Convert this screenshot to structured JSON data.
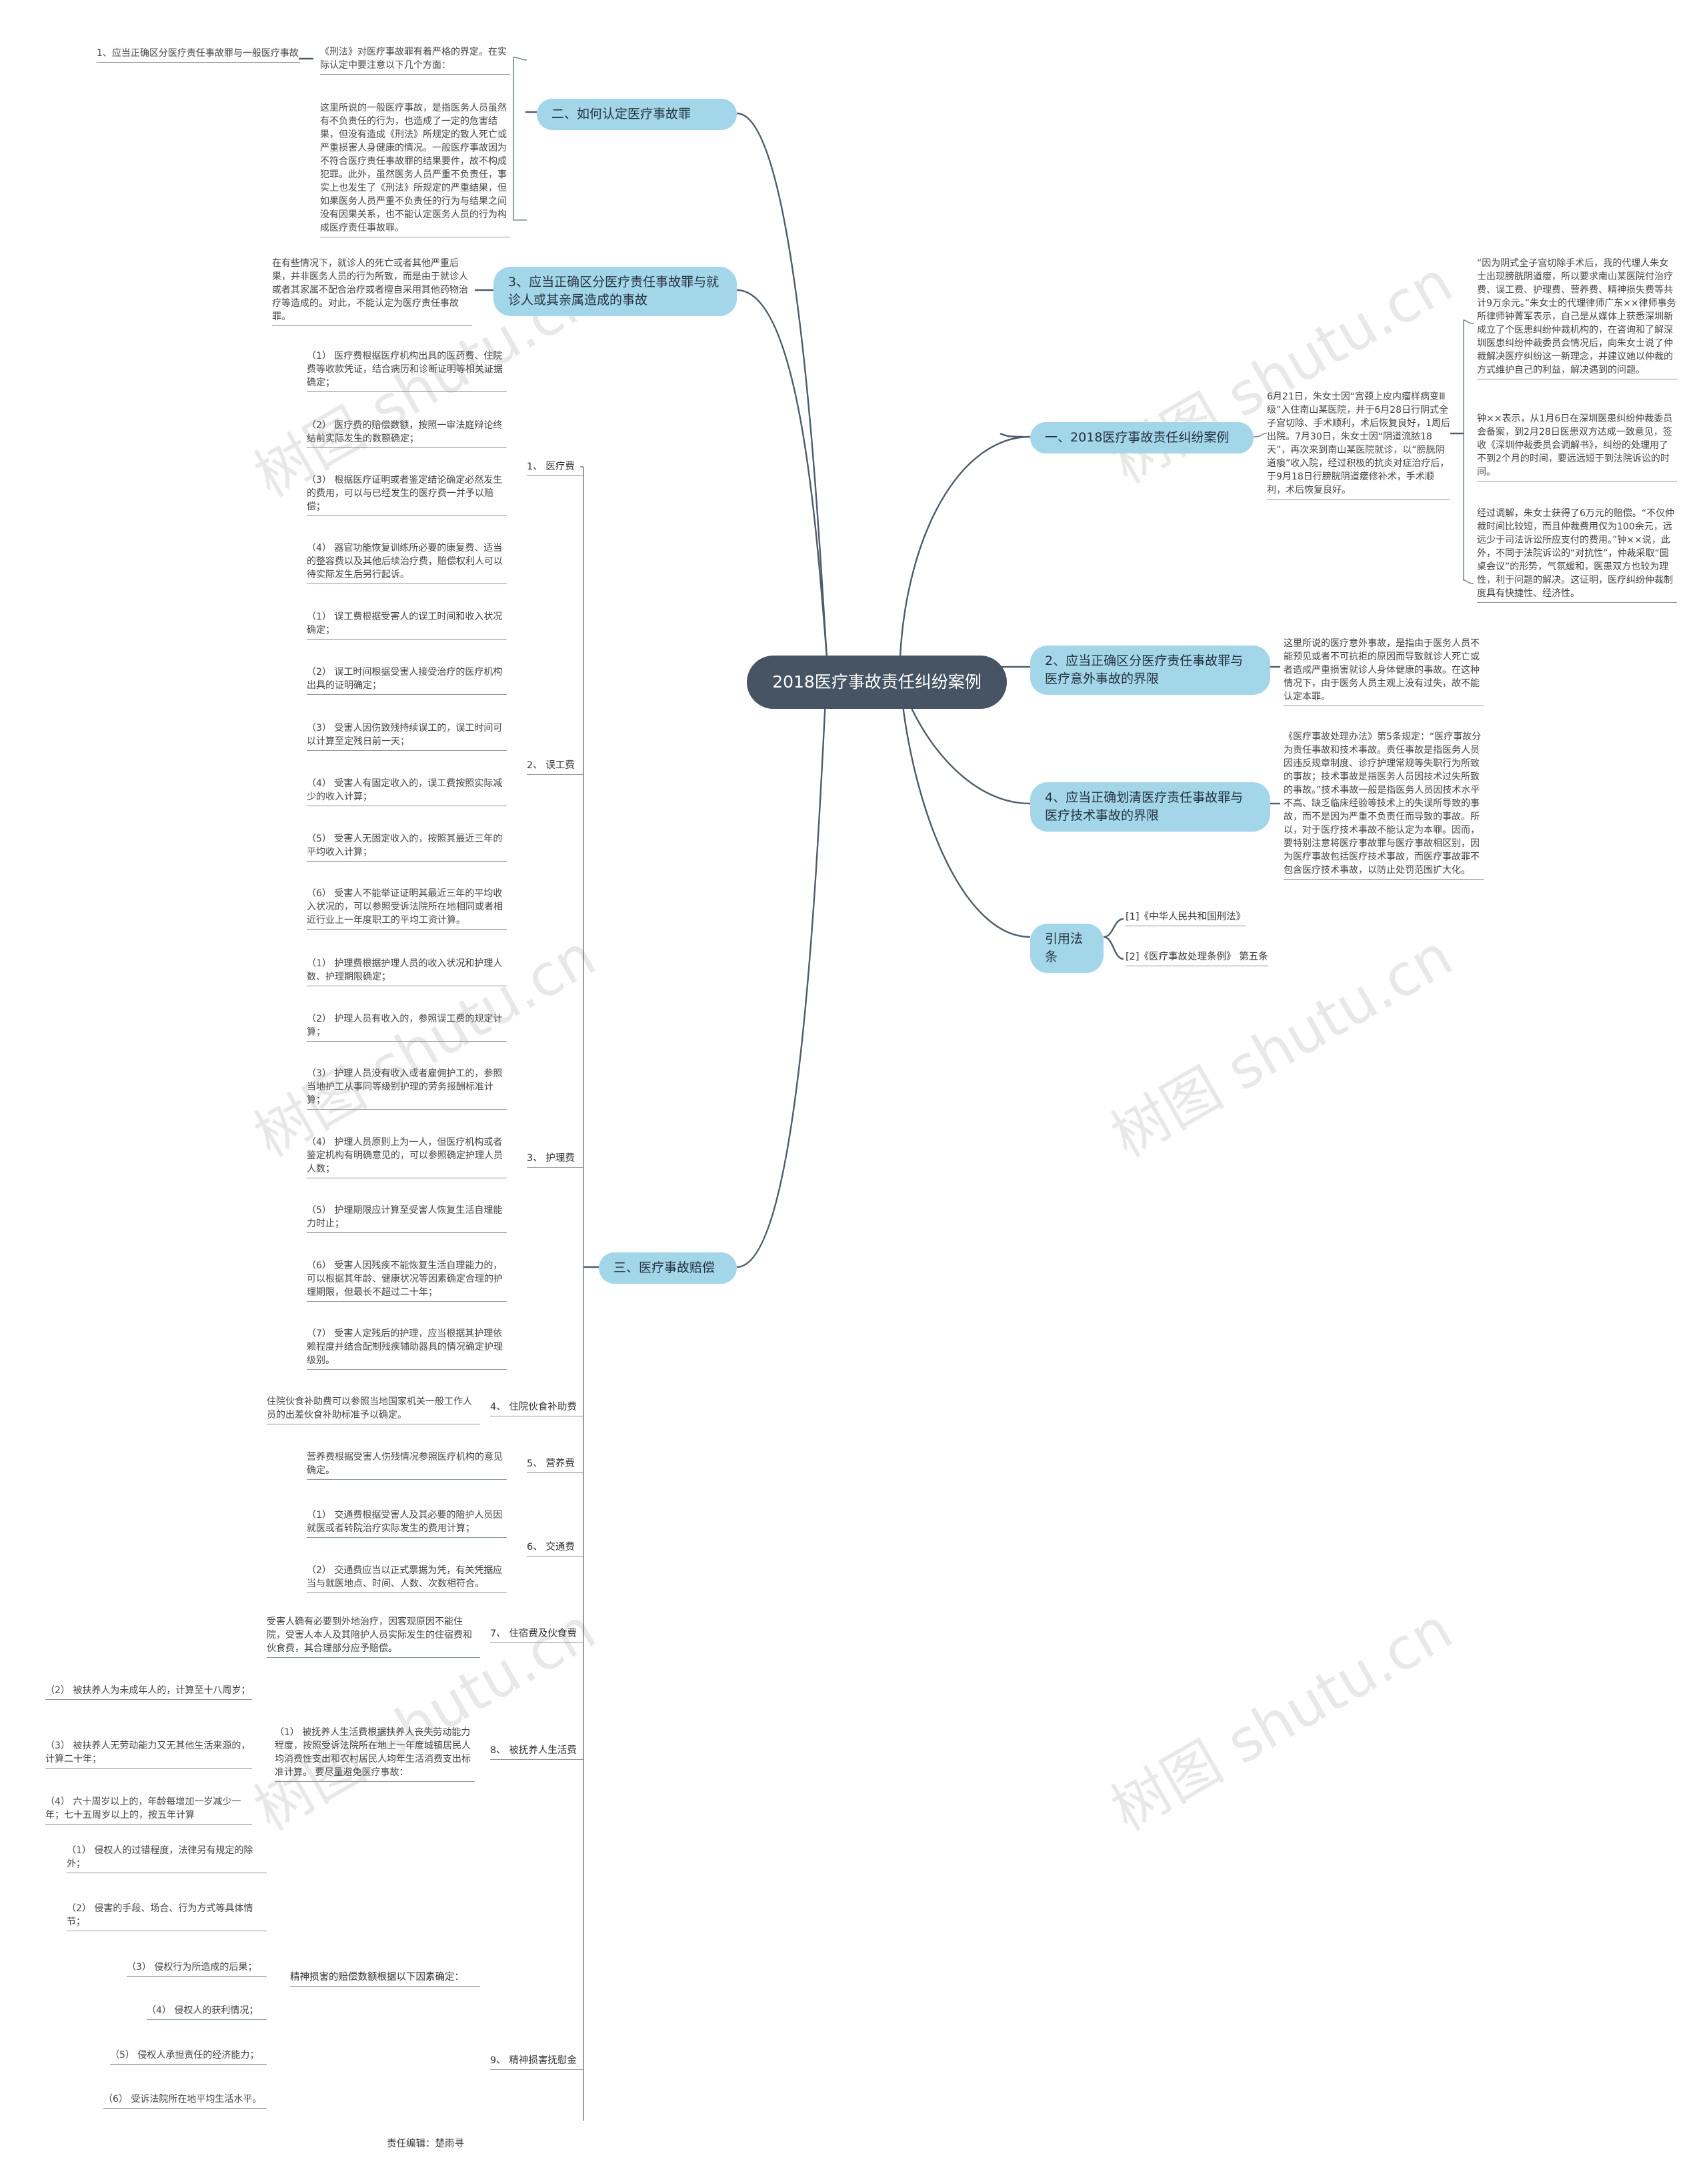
{
  "root": "2018医疗事故责任纠纷案例",
  "watermark": "树图 shutu.cn",
  "left": {
    "s2": {
      "title": "二、如何认定医疗事故罪",
      "aside": "1、应当正确区分医疗责任事故罪与一般医疗事故",
      "p1": "《刑法》对医疗事故罪有着严格的界定。在实际认定中要注意以下几个方面：",
      "p2": "这里所说的一般医疗事故，是指医务人员虽然有不负责任的行为，也造成了一定的危害结果，但没有造成《刑法》所规定的致人死亡或严重损害人身健康的情况。一般医疗事故因为不符合医疗责任事故罪的结果要件，故不构成犯罪。此外，虽然医务人员严重不负责任，事实上也发生了《刑法》所规定的严重结果，但如果医务人员严重不负责任的行为与结果之间没有因果关系，也不能认定医务人员的行为构成医疗责任事故罪。"
    },
    "s3": {
      "title": "3、应当正确区分医疗责任事故罪与就诊人或其亲属造成的事故",
      "text": "在有些情况下，就诊人的死亡或者其他严重后果，并非医务人员的行为所致，而是由于就诊人或者其家属不配合治疗或者擅自采用其他药物治疗等造成的。对此，不能认定为医疗责任事故罪。"
    },
    "comp": {
      "title": "三、医疗事故赔偿",
      "c1": {
        "label": "1、 医疗费",
        "items": [
          "（1） 医疗费根据医疗机构出具的医药费、住院费等收款凭证，结合病历和诊断证明等相关证据确定；",
          "（2） 医疗费的赔偿数额，按照一审法庭辩论终结前实际发生的数额确定；",
          "（3） 根据医疗证明或者鉴定结论确定必然发生的费用，可以与已经发生的医疗费一并予以赔偿；",
          "（4） 器官功能恢复训练所必要的康复费、适当的整容费以及其他后续治疗费，赔偿权利人可以待实际发生后另行起诉。"
        ]
      },
      "c2": {
        "label": "2、 误工费",
        "items": [
          "（1） 误工费根据受害人的误工时间和收入状况确定；",
          "（2） 误工时间根据受害人接受治疗的医疗机构出具的证明确定；",
          "（3） 受害人因伤致残持续误工的，误工时间可以计算至定残日前一天；",
          "（4） 受害人有固定收入的，误工费按照实际减少的收入计算；",
          "（5） 受害人无固定收入的，按照其最近三年的平均收入计算；",
          "（6） 受害人不能举证证明其最近三年的平均收入状况的，可以参照受诉法院所在地相同或者相近行业上一年度职工的平均工资计算。"
        ]
      },
      "c3": {
        "label": "3、 护理费",
        "items": [
          "（1） 护理费根据护理人员的收入状况和护理人数、护理期限确定；",
          "（2） 护理人员有收入的，参照误工费的规定计算；",
          "（3） 护理人员没有收入或者雇佣护工的，参照当地护工从事同等级别护理的劳务报酬标准计算；",
          "（4） 护理人员原则上为一人，但医疗机构或者鉴定机构有明确意见的，可以参照确定护理人员人数；",
          "（5） 护理期限应计算至受害人恢复生活自理能力时止；",
          "（6） 受害人因残疾不能恢复生活自理能力的，可以根据其年龄、健康状况等因素确定合理的护理期限，但最长不超过二十年；",
          "（7） 受害人定残后的护理，应当根据其护理依赖程度并结合配制残疾辅助器具的情况确定护理级别。"
        ]
      },
      "c4": {
        "label": "4、 住院伙食补助费",
        "text": "住院伙食补助费可以参照当地国家机关一般工作人员的出差伙食补助标准予以确定。"
      },
      "c5": {
        "label": "5、 营养费",
        "text": "营养费根据受害人伤残情况参照医疗机构的意见确定。"
      },
      "c6": {
        "label": "6、 交通费",
        "items": [
          "（1） 交通费根据受害人及其必要的陪护人员因就医或者转院治疗实际发生的费用计算；",
          "（2） 交通费应当以正式票据为凭，有关凭据应当与就医地点、时间、人数、次数相符合。"
        ]
      },
      "c7": {
        "label": "7、 住宿费及伙食费",
        "text": "受害人确有必要到外地治疗，因客观原因不能住院，受害人本人及其陪护人员实际发生的住宿费和伙食费，其合理部分应予赔偿。"
      },
      "c8": {
        "label": "8、 被抚养人生活费",
        "text": "（1） 被抚养人生活费根据扶养人丧失劳动能力程度，按照受诉法院所在地上一年度城镇居民人均消费性支出和农村居民人均年生活消费支出标准计算。 要尽量避免医疗事故：",
        "items": [
          "（2） 被扶养人为未成年人的，计算至十八周岁；",
          "（3） 被扶养人无劳动能力又无其他生活来源的，计算二十年；",
          "（4） 六十周岁以上的，年龄每增加一岁减少一年；七十五周岁以上的，按五年计算"
        ]
      },
      "c9": {
        "label": "9、 精神损害抚慰金",
        "sub": "精神损害的赔偿数额根据以下因素确定：",
        "items": [
          "（1） 侵权人的过错程度，法律另有规定的除外；",
          "（2） 侵害的手段、场合、行为方式等具体情节；",
          "（3） 侵权行为所造成的后果；",
          "（4） 侵权人的获利情况；",
          "（5） 侵权人承担责任的经济能力；",
          "（6） 受诉法院所在地平均生活水平。"
        ],
        "editor": "责任编辑：楚雨寻"
      }
    }
  },
  "right": {
    "r1": {
      "title": "一、2018医疗事故责任纠纷案例",
      "mid": "6月21日，朱女士因“宫颈上皮内瘤样病变Ⅲ级”入住南山某医院，并于6月28日行阴式全子宫切除、手术顺利，术后恢复良好，1周后出院。7月30日，朱女士因“阴道流脓18天”，再次来到南山某医院就诊，以“膀胱阴道瘘”收入院，经过积极的抗炎对症治疗后，于9月18日行膀胱阴道瘘修补术，手术顺利，术后恢复良好。",
      "items": [
        "“因为阴式全子宫切除手术后，我的代理人朱女士出现膀胱阴道瘘，所以要求南山某医院付治疗费、误工费、护理费、营养费、精神损失费等共计9万余元。”朱女士的代理律师广东××律师事务所律师钟菁军表示，自己是从媒体上获悉深圳新成立了个医患纠纷仲裁机构的，在咨询和了解深圳医患纠纷仲裁委员会情况后，向朱女士说了仲裁解决医疗纠纷这一新理念，并建议她以仲裁的方式维护自己的利益，解决遇到的问题。",
        "钟××表示，从1月6日在深圳医患纠纷仲裁委员会备案，到2月28日医患双方达成一致意见，签收《深圳仲裁委员会调解书》，纠纷的处理用了不到2个月的时间，要远远短于到法院诉讼的时间。",
        "经过调解，朱女士获得了6万元的赔偿。“不仅仲裁时间比较短，而且仲裁费用仅为100余元，远远少于司法诉讼所应支付的费用。”钟××说，此外，不同于法院诉讼的“对抗性”，仲裁采取“圆桌会议”的形势，气氛缓和，医患双方也较为理性，利于问题的解决。这证明，医疗纠纷仲裁制度具有快捷性、经济性。"
      ]
    },
    "r2": {
      "title": "2、应当正确区分医疗责任事故罪与医疗意外事故的界限",
      "text": "这里所说的医疗意外事故，是指由于医务人员不能预见或者不可抗拒的原因而导致就诊人死亡或者造成严重损害就诊人身体健康的事故。在这种情况下，由于医务人员主观上没有过失，故不能认定本罪。"
    },
    "r4": {
      "title": "4、应当正确划清医疗责任事故罪与医疗技术事故的界限",
      "text": "《医疗事故处理办法》第5条规定：“医疗事故分为责任事故和技术事故。责任事故是指医务人员因违反规章制度、诊疗护理常规等失职行为所致的事故；技术事故是指医务人员因技术过失所致的事故。”技术事故一般是指医务人员因技术水平不高、缺乏临床经验等技术上的失误所导致的事故，而不是因为严重不负责任而导致的事故。所以，对于医疗技术事故不能认定为本罪。因而，要特别注意将医疗事故罪与医疗事故相区别，因为医疗事故包括医疗技术事故，而医疗事故罪不包含医疗技术事故，以防止处罚范围扩大化。"
    },
    "ref": {
      "title": "引用法条",
      "items": [
        "[1]《中华人民共和国刑法》",
        "[2]《医疗事故处理条例》 第五条"
      ]
    }
  }
}
